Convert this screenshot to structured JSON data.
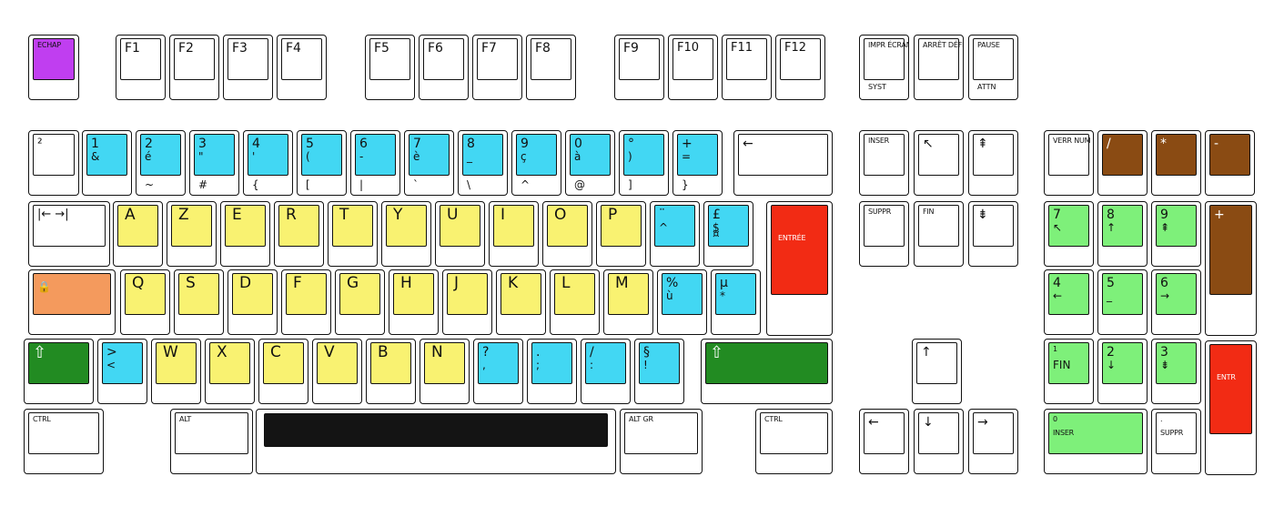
{
  "colors": {
    "cyan": "#42d7f3",
    "yellow": "#f9f271",
    "green_light": "#7ef07a",
    "green_dark": "#228b22",
    "brown": "#8a4b13",
    "red": "#f22b14",
    "orange": "#f49a5d",
    "purple": "#c03ef0",
    "black": "#141414",
    "white": "#ffffff"
  },
  "keys": [
    {
      "id": "echap",
      "color": "purple",
      "t": "ECHAP"
    },
    {
      "id": "f1",
      "t": "F1"
    },
    {
      "id": "f2",
      "t": "F2"
    },
    {
      "id": "f3",
      "t": "F3"
    },
    {
      "id": "f4",
      "t": "F4"
    },
    {
      "id": "f5",
      "t": "F5"
    },
    {
      "id": "f6",
      "t": "F6"
    },
    {
      "id": "f7",
      "t": "F7"
    },
    {
      "id": "f8",
      "t": "F8"
    },
    {
      "id": "f9",
      "t": "F9"
    },
    {
      "id": "f10",
      "t": "F10"
    },
    {
      "id": "f11",
      "t": "F11"
    },
    {
      "id": "f12",
      "t": "F12"
    },
    {
      "id": "impr",
      "t": "IMPR ÉCRAN",
      "b": "SYST"
    },
    {
      "id": "arret",
      "t": "ARRÊT DÉFIL"
    },
    {
      "id": "pause",
      "t": "PAUSE",
      "b": "ATTN"
    },
    {
      "id": "k2",
      "t": "²"
    },
    {
      "id": "k1",
      "color": "cyan",
      "t": "1",
      "m": "&"
    },
    {
      "id": "kamp2",
      "color": "cyan",
      "t": "2",
      "m": "é",
      "b": "~"
    },
    {
      "id": "k3",
      "color": "cyan",
      "t": "3",
      "m": "\"",
      "b": "#"
    },
    {
      "id": "k4",
      "color": "cyan",
      "t": "4",
      "m": "'",
      "b": "{"
    },
    {
      "id": "k5",
      "color": "cyan",
      "t": "5",
      "m": "(",
      "b": "["
    },
    {
      "id": "k6",
      "color": "cyan",
      "t": "6",
      "m": "-",
      "b": "|"
    },
    {
      "id": "k7",
      "color": "cyan",
      "t": "7",
      "m": "è",
      "b": "`"
    },
    {
      "id": "k8",
      "color": "cyan",
      "t": "8",
      "m": "_",
      "b": "\\"
    },
    {
      "id": "k9",
      "color": "cyan",
      "t": "9",
      "m": "ç",
      "b": "^"
    },
    {
      "id": "k0",
      "color": "cyan",
      "t": "0",
      "m": "à",
      "b": "@"
    },
    {
      "id": "kdeg",
      "color": "cyan",
      "t": "°",
      "m": ")",
      "b": "]"
    },
    {
      "id": "kplus",
      "color": "cyan",
      "t": "+",
      "m": "=",
      "b": "}"
    },
    {
      "id": "backspace",
      "t": "←"
    },
    {
      "id": "inser",
      "t": "INSER"
    },
    {
      "id": "home",
      "t": "↖"
    },
    {
      "id": "pgup",
      "t": "⇞"
    },
    {
      "id": "verrnum",
      "t": "VERR NUM"
    },
    {
      "id": "npdiv",
      "color": "brown",
      "t": "/"
    },
    {
      "id": "npmul",
      "color": "brown",
      "t": "*"
    },
    {
      "id": "npminus",
      "color": "brown",
      "t": "-"
    },
    {
      "id": "tab",
      "t": "|← →|"
    },
    {
      "id": "a",
      "color": "yellow",
      "t": "A"
    },
    {
      "id": "z",
      "color": "yellow",
      "t": "Z"
    },
    {
      "id": "e",
      "color": "yellow",
      "t": "E"
    },
    {
      "id": "r",
      "color": "yellow",
      "t": "R"
    },
    {
      "id": "t",
      "color": "yellow",
      "t": "T"
    },
    {
      "id": "y",
      "color": "yellow",
      "t": "Y"
    },
    {
      "id": "u",
      "color": "yellow",
      "t": "U"
    },
    {
      "id": "i",
      "color": "yellow",
      "t": "I"
    },
    {
      "id": "o",
      "color": "yellow",
      "t": "O"
    },
    {
      "id": "p",
      "color": "yellow",
      "t": "P"
    },
    {
      "id": "circ",
      "color": "cyan",
      "t": "¨",
      "m": "^"
    },
    {
      "id": "dollar",
      "color": "cyan",
      "t": "£",
      "m": "$",
      "b": "¤"
    },
    {
      "id": "entree",
      "color": "red",
      "t": "ENTRÉE"
    },
    {
      "id": "suppr",
      "t": "SUPPR"
    },
    {
      "id": "fin",
      "t": "FIN"
    },
    {
      "id": "pgdn",
      "t": "⇟"
    },
    {
      "id": "np7",
      "color": "green_light",
      "t": "7",
      "m": "↖"
    },
    {
      "id": "np8",
      "color": "green_light",
      "t": "8",
      "m": "↑"
    },
    {
      "id": "np9",
      "color": "green_light",
      "t": "9",
      "m": "⇞"
    },
    {
      "id": "npplus",
      "color": "brown",
      "t": "+"
    },
    {
      "id": "capslock",
      "color": "orange",
      "t": "🔒"
    },
    {
      "id": "q",
      "color": "yellow",
      "t": "Q"
    },
    {
      "id": "s",
      "color": "yellow",
      "t": "S"
    },
    {
      "id": "d",
      "color": "yellow",
      "t": "D"
    },
    {
      "id": "f",
      "color": "yellow",
      "t": "F"
    },
    {
      "id": "g",
      "color": "yellow",
      "t": "G"
    },
    {
      "id": "h",
      "color": "yellow",
      "t": "H"
    },
    {
      "id": "j",
      "color": "yellow",
      "t": "J"
    },
    {
      "id": "k",
      "color": "yellow",
      "t": "K"
    },
    {
      "id": "l",
      "color": "yellow",
      "t": "L"
    },
    {
      "id": "m",
      "color": "yellow",
      "t": "M"
    },
    {
      "id": "pct",
      "color": "cyan",
      "t": "%",
      "m": "ù"
    },
    {
      "id": "mu",
      "color": "cyan",
      "t": "µ",
      "m": "*"
    },
    {
      "id": "np4",
      "color": "green_light",
      "t": "4",
      "m": "←"
    },
    {
      "id": "np5",
      "color": "green_light",
      "t": "5",
      "m": "_"
    },
    {
      "id": "np6",
      "color": "green_light",
      "t": "6",
      "m": "→"
    },
    {
      "id": "lshift",
      "color": "green_dark",
      "t": "⇧"
    },
    {
      "id": "lt",
      "color": "cyan",
      "t": ">",
      "m": "<"
    },
    {
      "id": "w",
      "color": "yellow",
      "t": "W"
    },
    {
      "id": "x",
      "color": "yellow",
      "t": "X"
    },
    {
      "id": "c",
      "color": "yellow",
      "t": "C"
    },
    {
      "id": "v",
      "color": "yellow",
      "t": "V"
    },
    {
      "id": "b",
      "color": "yellow",
      "t": "B"
    },
    {
      "id": "n",
      "color": "yellow",
      "t": "N"
    },
    {
      "id": "qm",
      "color": "cyan",
      "t": "?",
      "m": ","
    },
    {
      "id": "dot",
      "color": "cyan",
      "t": ".",
      "m": ";"
    },
    {
      "id": "slash",
      "color": "cyan",
      "t": "/",
      "m": ":"
    },
    {
      "id": "sect",
      "color": "cyan",
      "t": "§",
      "m": "!"
    },
    {
      "id": "rshift",
      "color": "green_dark",
      "t": "⇧"
    },
    {
      "id": "up",
      "t": "↑"
    },
    {
      "id": "np1",
      "color": "green_light",
      "t": "1",
      "m": "FIN"
    },
    {
      "id": "np2",
      "color": "green_light",
      "t": "2",
      "m": "↓"
    },
    {
      "id": "np3",
      "color": "green_light",
      "t": "3",
      "m": "⇟"
    },
    {
      "id": "npentr",
      "color": "red",
      "t": "ENTR"
    },
    {
      "id": "lctrl",
      "t": "CTRL"
    },
    {
      "id": "alt",
      "t": "ALT"
    },
    {
      "id": "space",
      "color": "black",
      "t": ""
    },
    {
      "id": "altgr",
      "t": "ALT GR"
    },
    {
      "id": "rctrl",
      "t": "CTRL"
    },
    {
      "id": "left",
      "t": "←"
    },
    {
      "id": "down",
      "t": "↓"
    },
    {
      "id": "right",
      "t": "→"
    },
    {
      "id": "np0",
      "color": "green_light",
      "t": "0",
      "m": "INSER"
    },
    {
      "id": "npdot",
      "t": ".",
      "m": "SUPPR"
    }
  ]
}
